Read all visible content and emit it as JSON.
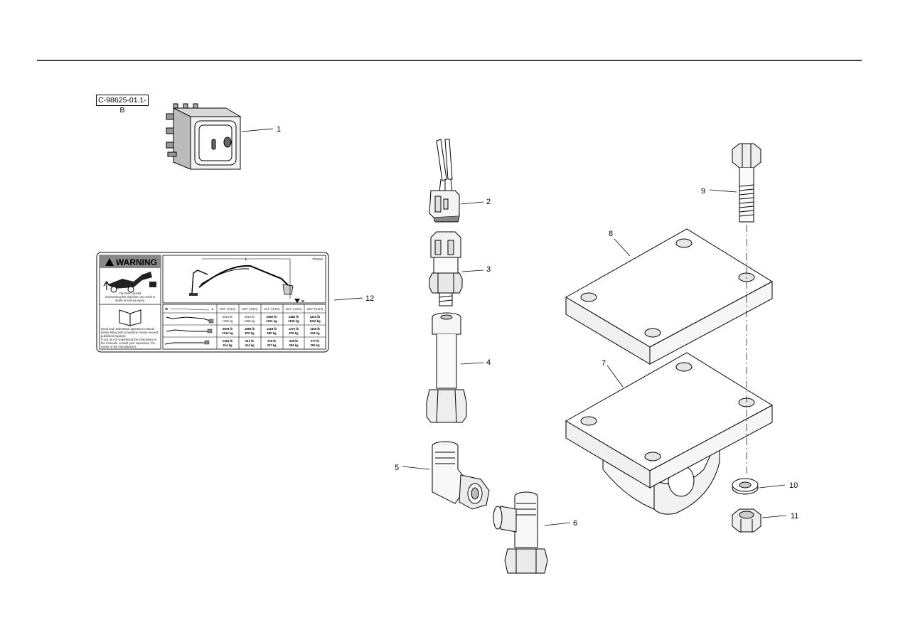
{
  "diagram_id": "C-98625-01.1-B",
  "callouts": [
    {
      "id": "1",
      "label": "1"
    },
    {
      "id": "2",
      "label": "2"
    },
    {
      "id": "3",
      "label": "3"
    },
    {
      "id": "4",
      "label": "4"
    },
    {
      "id": "5",
      "label": "5"
    },
    {
      "id": "6",
      "label": "6"
    },
    {
      "id": "7",
      "label": "7"
    },
    {
      "id": "8",
      "label": "8"
    },
    {
      "id": "9",
      "label": "9"
    },
    {
      "id": "10",
      "label": "10"
    },
    {
      "id": "11",
      "label": "11"
    },
    {
      "id": "12",
      "label": "12"
    }
  ],
  "decal": {
    "warning_title": "WARNING",
    "code": "TG0384",
    "dim_length": "L",
    "dim_weight": "W",
    "hazard_title": "Tip-Over Hazard",
    "hazard_line1": "Overturning this machine can result in",
    "hazard_line2": "death or serious injury.",
    "manual_lines": [
      "Read and understand operator's manual",
      "before lifting with a backhoe. Never exceed",
      "published capacity.",
      "If you do not understand the information in",
      "the manuals, consult your supervisor, the",
      "owner or the manufacturer."
    ],
    "table_col_w": "W",
    "table_col_l": "L",
    "columns": [
      "10'0\" (3.2m)",
      "12'6\" (3.8m)",
      "14'1\" (4.3m)",
      "15'1\" (4.6m)",
      "16'0\" (5.0m)"
    ],
    "rows": [
      {
        "lb": [
          "3016 lb",
          "3010 lb",
          "2692 lb",
          "2482 lb",
          "2210 lb"
        ],
        "kg": [
          "1305 kg",
          "1365 kg",
          "1221 kg",
          "1126 kg",
          "1002 kg"
        ]
      },
      {
        "lb": [
          "2678 lb",
          "1896 lb",
          "1418 lb",
          "1270 lb",
          "1155 lb"
        ],
        "kg": [
          "1214 kg",
          "870 kg",
          "650 kg",
          "576 kg",
          "524 kg"
        ]
      },
      {
        "lb": [
          "1354 lb",
          "912 lb",
          "720 lb",
          "628 lb",
          "577 lb"
        ],
        "kg": [
          "614 kg",
          "414 kg",
          "327 kg",
          "284 kg",
          "262 kg"
        ]
      }
    ]
  }
}
